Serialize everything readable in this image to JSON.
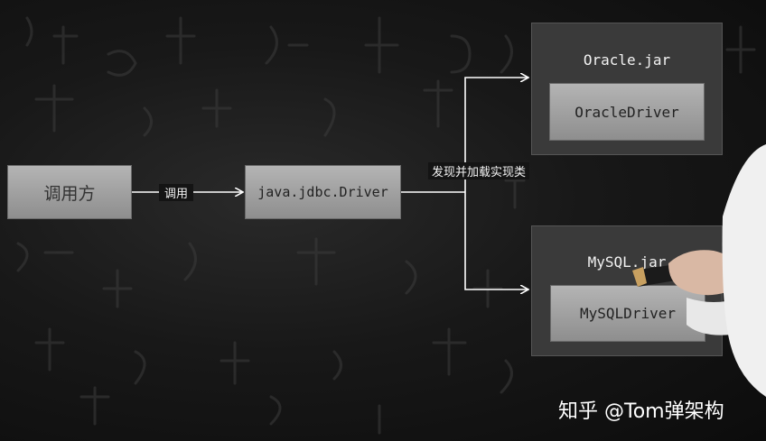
{
  "diagram": {
    "caller": "调用方",
    "call_label": "调用",
    "driver_interface": "java.jdbc.Driver",
    "find_label": "发现并加载实现类",
    "oracle_jar": "Oracle.jar",
    "oracle_driver": "OracleDriver",
    "mysql_jar": "MySQL.jar",
    "mysql_driver": "MySQLDriver"
  },
  "watermark": "知乎 @Tom弹架构",
  "colors": {
    "background": "#101010",
    "light_box": "#a2a2a2",
    "dark_box": "#3a3a3a",
    "arrow": "#ffffff"
  }
}
